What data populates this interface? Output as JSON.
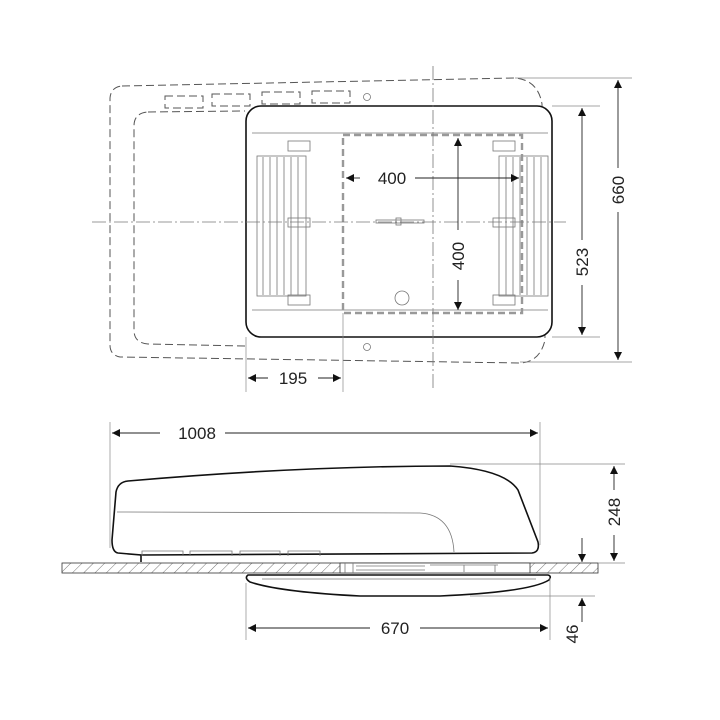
{
  "top_view": {
    "dim_opening_width": "400",
    "dim_opening_depth": "400",
    "dim_offset": "195",
    "dim_ceiling_unit_depth": "523",
    "dim_roof_unit_depth": "660"
  },
  "side_view": {
    "dim_length": "1008",
    "dim_height": "248",
    "dim_ceiling_unit_width": "670",
    "dim_ceiling_unit_height": "46"
  }
}
